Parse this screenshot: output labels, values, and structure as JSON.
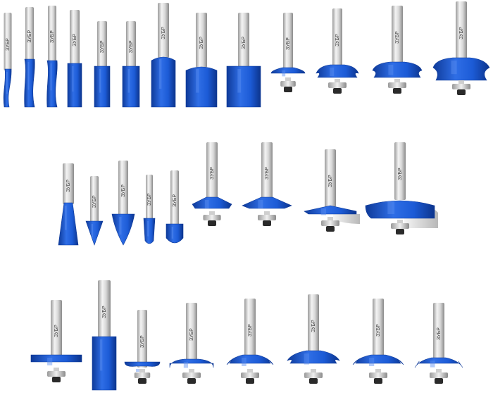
{
  "image": {
    "kind": "product photo",
    "subject": "router bit set",
    "rows": [
      13,
      9,
      8
    ],
    "shank_marking": "ЗУБР"
  },
  "colors": {
    "background": "#ffffff",
    "cutter_blue": "#1c5bd6",
    "cutter_blue_dark": "#0e3a99",
    "cutter_blue_light": "#5b8ff0",
    "shank_light": "#f2f2f2",
    "shank_mid": "#c8c8c8",
    "shank_dark": "#8a8a8a",
    "carbide_light": "#eeeeee",
    "carbide_dark": "#bdbdbd",
    "bearing_dark": "#2a2a2a"
  }
}
